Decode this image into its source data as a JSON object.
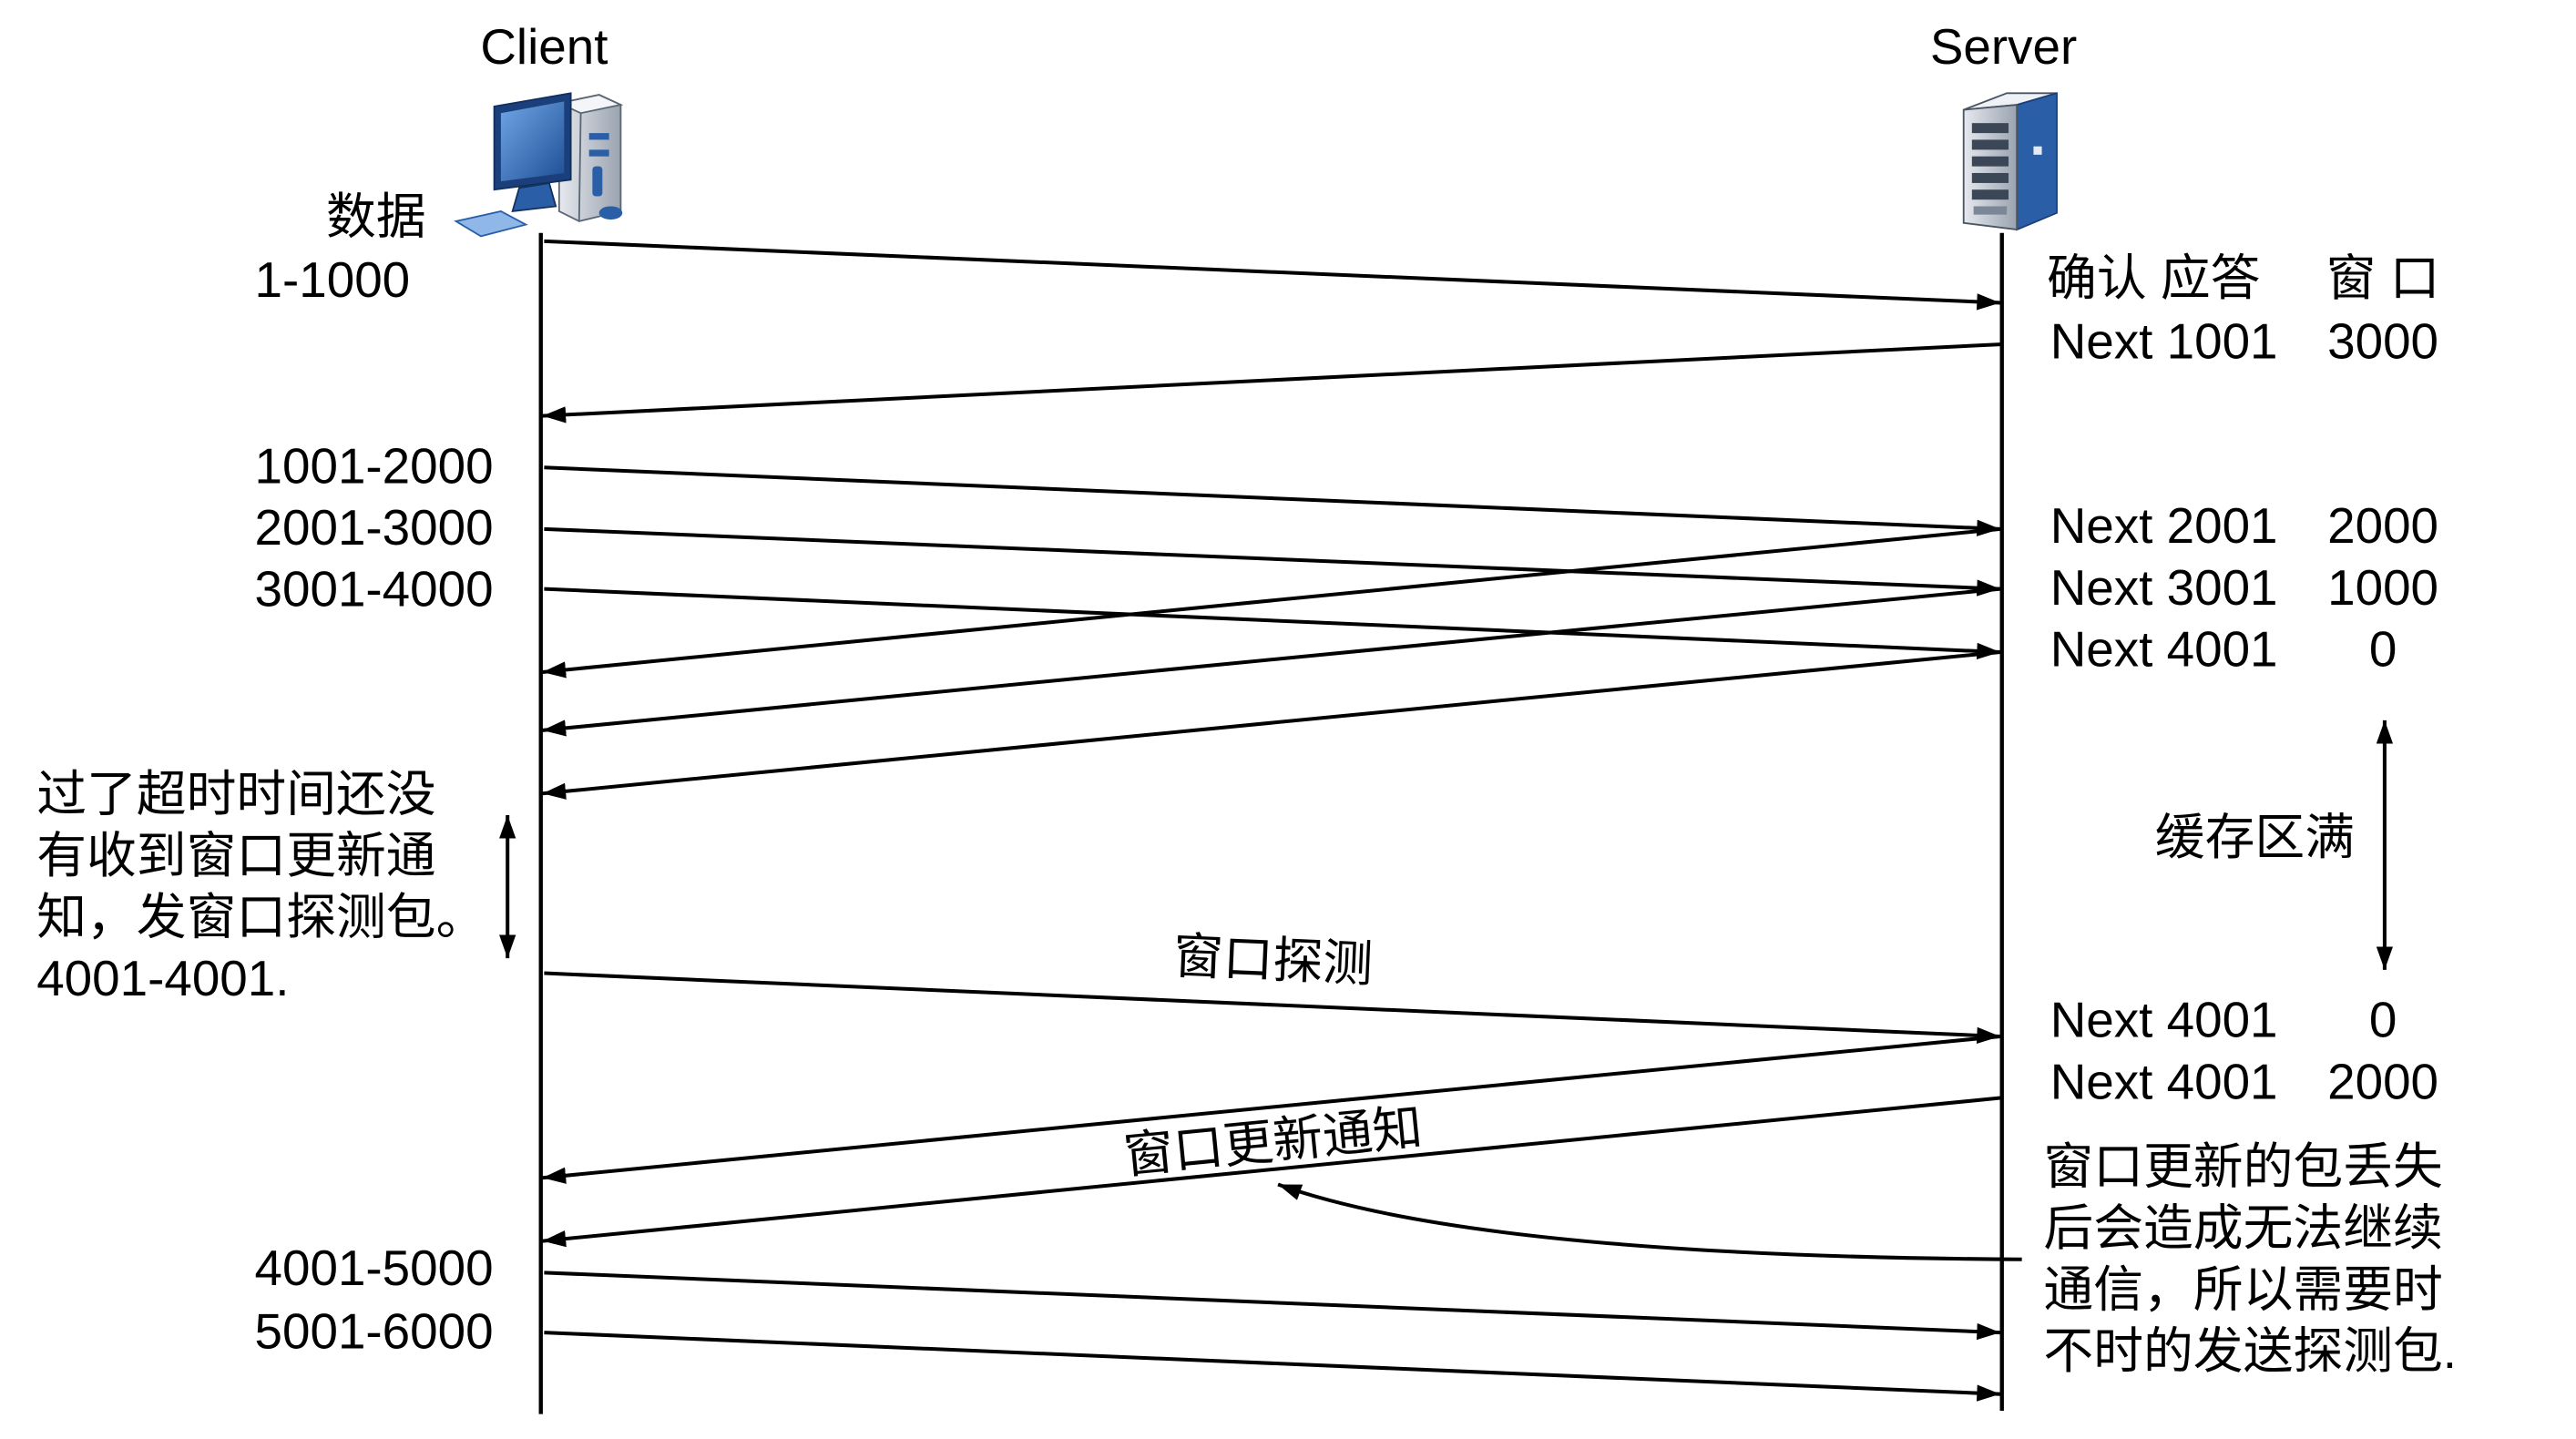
{
  "participants": {
    "client": "Client",
    "server": "Server"
  },
  "client_side": {
    "data_header": "数据",
    "segments": [
      "1-1000",
      "1001-2000",
      "2001-3000",
      "3001-4000",
      "4001-5000",
      "5001-6000"
    ]
  },
  "server_side": {
    "ack_header": "确认 应答",
    "window_header": "窗 口",
    "rows": [
      {
        "ack": "Next 1001",
        "window": "3000"
      },
      {
        "ack": "Next 2001",
        "window": "2000"
      },
      {
        "ack": "Next 3001",
        "window": "1000"
      },
      {
        "ack": "Next 4001",
        "window": "0"
      },
      {
        "ack": "Next 4001",
        "window": "0"
      },
      {
        "ack": "Next 4001",
        "window": "2000"
      }
    ]
  },
  "messages": {
    "probe": "窗口探测",
    "window_update": "窗口更新通知"
  },
  "notes": {
    "timeout": [
      "过了超时时间还没",
      "有收到窗口更新通",
      "知，发窗口探测包。",
      "4001-4001."
    ],
    "buffer_full": "缓存区满",
    "update_loss": [
      "窗口更新的包丢失",
      "后会造成无法继续",
      "通信，所以需要时",
      "不时的发送探测包."
    ]
  },
  "colors": {
    "line": "#000000",
    "icon_blue": "#2a5fa8",
    "icon_gray": "#c9ced6"
  },
  "icons": {
    "client": "desktop-computer-icon",
    "server": "server-tower-icon"
  }
}
